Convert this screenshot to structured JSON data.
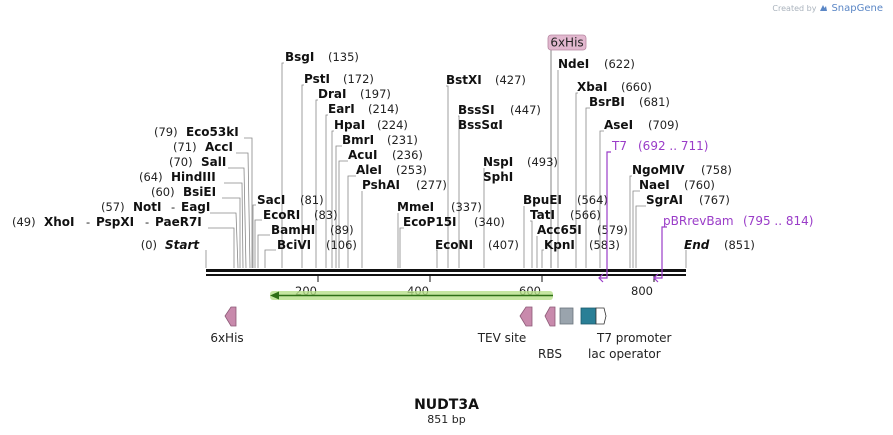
{
  "credit": {
    "text": "Created by",
    "brand": "SnapGene"
  },
  "title": "NUDT3A",
  "length_label": "851 bp",
  "sequence_length": 851,
  "ticks": [
    200,
    400,
    600,
    800
  ],
  "ends": {
    "start_label": "Start",
    "start_pos": "(0)",
    "end_label": "End",
    "end_pos": "(851)"
  },
  "sites": [
    {
      "name": "XhoI",
      "pos": "(49)"
    },
    {
      "name": "PspXI",
      "pos": ""
    },
    {
      "name": "PaeR7I",
      "pos": ""
    },
    {
      "name": "NotI",
      "pos": "(57)"
    },
    {
      "name": "EagI",
      "pos": ""
    },
    {
      "name": "BsiEI",
      "pos": "(60)"
    },
    {
      "name": "HindIII",
      "pos": "(64)"
    },
    {
      "name": "SalI",
      "pos": "(70)"
    },
    {
      "name": "AccI",
      "pos": "(71)"
    },
    {
      "name": "Eco53kI",
      "pos": "(79)"
    },
    {
      "name": "SacI",
      "pos": "(81)"
    },
    {
      "name": "EcoRI",
      "pos": "(83)"
    },
    {
      "name": "BamHI",
      "pos": "(89)"
    },
    {
      "name": "BciVI",
      "pos": "(106)"
    },
    {
      "name": "BsgI",
      "pos": "(135)"
    },
    {
      "name": "PstI",
      "pos": "(172)"
    },
    {
      "name": "DraI",
      "pos": "(197)"
    },
    {
      "name": "EarI",
      "pos": "(214)"
    },
    {
      "name": "HpaI",
      "pos": "(224)"
    },
    {
      "name": "BmrI",
      "pos": "(231)"
    },
    {
      "name": "AcuI",
      "pos": "(236)"
    },
    {
      "name": "AleI",
      "pos": "(253)"
    },
    {
      "name": "PshAI",
      "pos": "(277)"
    },
    {
      "name": "MmeI",
      "pos": "(337)"
    },
    {
      "name": "EcoP15I",
      "pos": "(340)"
    },
    {
      "name": "EcoNI",
      "pos": "(407)"
    },
    {
      "name": "BstXI",
      "pos": "(427)"
    },
    {
      "name": "BssSI",
      "pos": "(447)"
    },
    {
      "name": "BssSαI",
      "pos": ""
    },
    {
      "name": "NspI",
      "pos": "(493)"
    },
    {
      "name": "SphI",
      "pos": ""
    },
    {
      "name": "BpuEI",
      "pos": "(564)"
    },
    {
      "name": "TatI",
      "pos": "(566)"
    },
    {
      "name": "Acc65I",
      "pos": "(579)"
    },
    {
      "name": "KpnI",
      "pos": "(583)"
    },
    {
      "name": "NdeI",
      "pos": "(622)"
    },
    {
      "name": "XbaI",
      "pos": "(660)"
    },
    {
      "name": "BsrBI",
      "pos": "(681)"
    },
    {
      "name": "AseI",
      "pos": "(709)"
    },
    {
      "name": "NgoMIV",
      "pos": "(758)"
    },
    {
      "name": "NaeI",
      "pos": "(760)"
    },
    {
      "name": "SgrAI",
      "pos": "(767)"
    }
  ],
  "primers": [
    {
      "name": "T7",
      "range": "(692 .. 711)"
    },
    {
      "name": "pBRrevBam",
      "range": "(795 .. 814)"
    }
  ],
  "top_feature": {
    "label": "6xHis"
  },
  "features": [
    {
      "name": "6xHis",
      "icon": "his-tag-arrow-icon"
    },
    {
      "name": "TEV site",
      "icon": "tev-site-arrow-icon"
    },
    {
      "name": "RBS",
      "icon": "rbs-arrow-icon"
    },
    {
      "name": "T7 promoter",
      "icon": "t7-promoter-box-icon"
    },
    {
      "name": "lac operator",
      "icon": "lac-operator-box-icon"
    }
  ],
  "colors": {
    "backbone": "#111111",
    "orf_fill": "#b7e08a",
    "orf_arrow": "#2e6f16",
    "tag": "#c88aac",
    "rbs_box": "#9aa4ad",
    "lac_box": "#2a7f96",
    "primer": "#9a3cc8"
  }
}
